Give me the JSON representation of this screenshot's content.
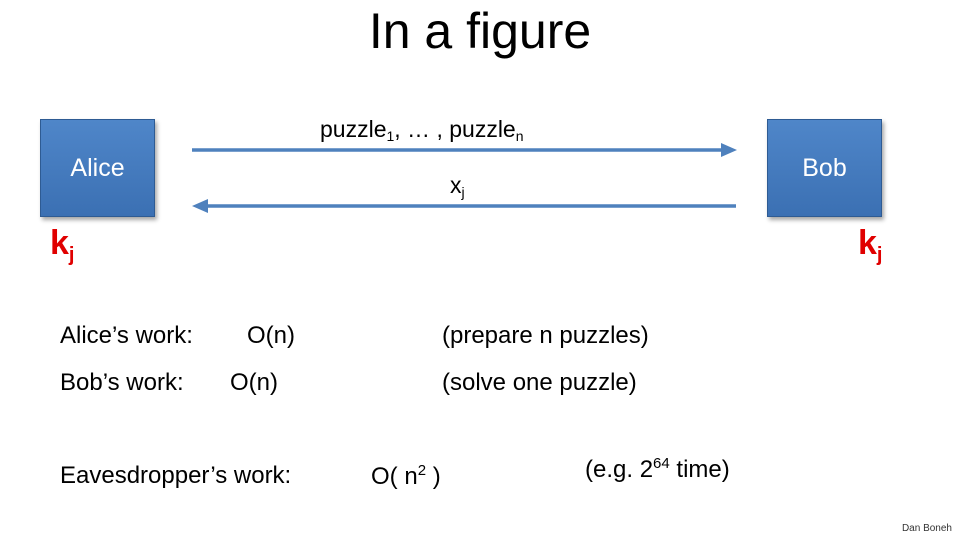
{
  "title": "In a figure",
  "parties": {
    "left": "Alice",
    "right": "Bob"
  },
  "messages": {
    "forward": {
      "start_base": "puzzle",
      "start_sub": "1",
      "middle": ", … , puzzle",
      "end_sub": "n"
    },
    "backward": {
      "base": "x",
      "sub": "j"
    }
  },
  "keys": {
    "left": {
      "base": "k",
      "sub": "j"
    },
    "right": {
      "base": "k",
      "sub": "j"
    }
  },
  "work": {
    "alice": {
      "label": "Alice’s work:",
      "cost": "O(n)",
      "note": "(prepare  n  puzzles)"
    },
    "bob": {
      "label": "Bob’s work:",
      "cost": "O(n)",
      "note": "(solve one puzzle)"
    },
    "eve": {
      "label": "Eavesdropper’s work:",
      "cost_prefix": "O( n",
      "cost_exp": "2",
      "cost_suffix": " )",
      "note_prefix": "(e.g.   2",
      "note_exp": "64",
      "note_suffix": "  time)"
    }
  },
  "footer": "Dan Boneh",
  "colors": {
    "party_box": "#4a80c4",
    "arrow": "#4f81bd",
    "key": "#e00000"
  }
}
